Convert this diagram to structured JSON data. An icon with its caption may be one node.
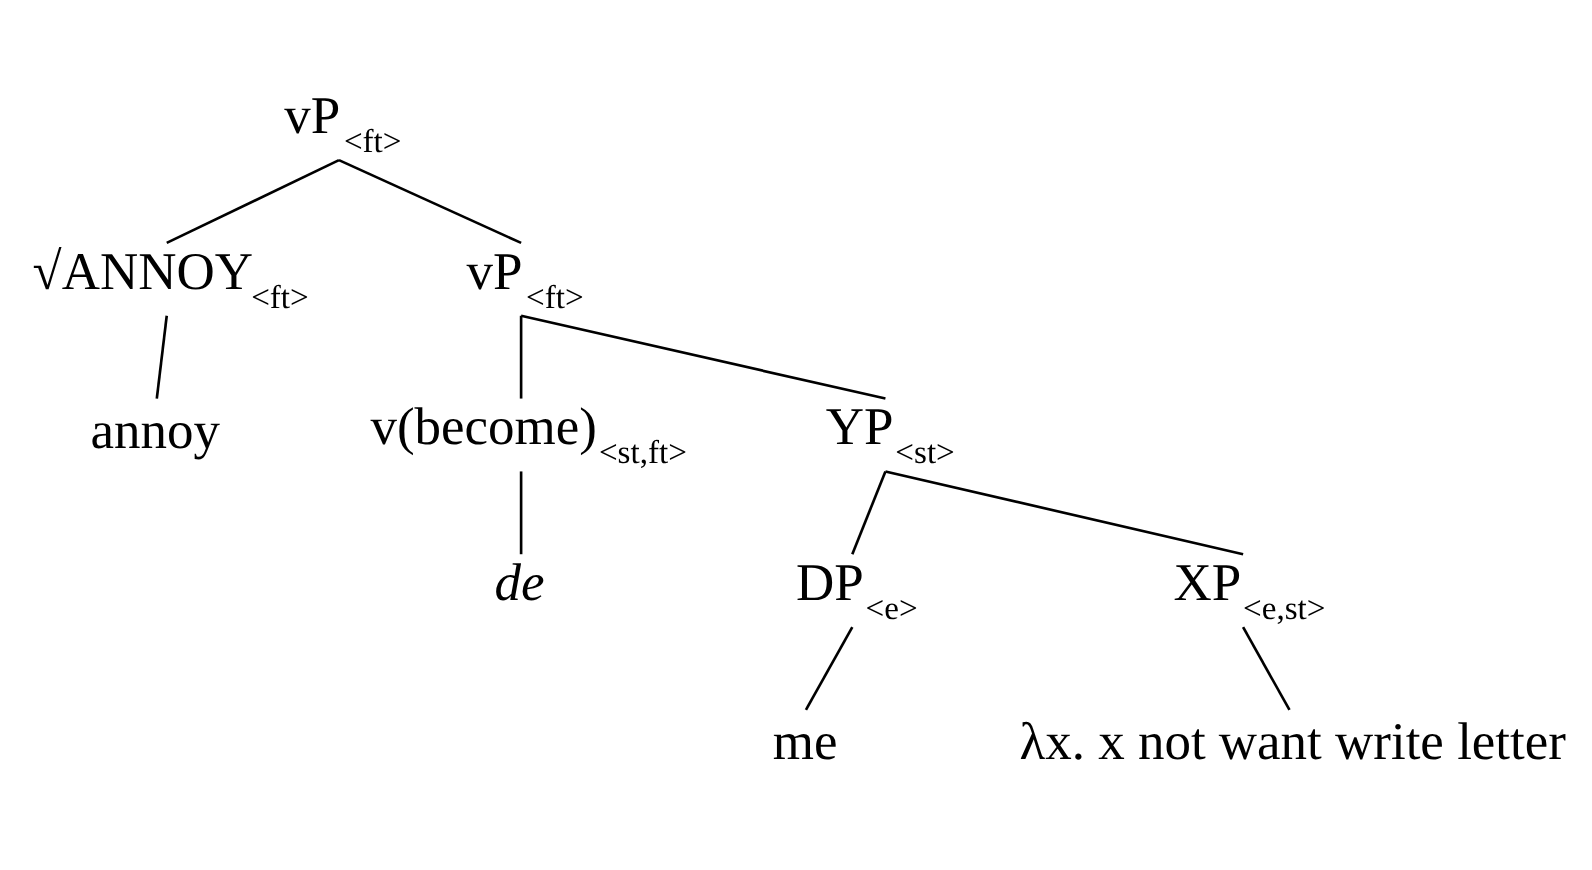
{
  "diagram": {
    "nodes": [
      {
        "text": [
          "vP$_{<ft>}$"
        ]
      },
      {
        "text": [
          "√ANNOY$_{<ft>}$"
        ]
      },
      {
        "text": [
          "annoy"
        ]
      },
      {
        "text": [
          "vP$_{<ft>}$"
        ]
      },
      {
        "text": [
          "v(become)$_{<st,ft>}$"
        ]
      },
      {
        "text": [
          "de"
        ]
      },
      {
        "text": [
          "YP$_{<st>}$"
        ]
      },
      {
        "text": [
          "DP$_{<e>}$"
        ]
      },
      {
        "text": [
          "me"
        ]
      },
      {
        "text": [
          "XP$_{<e,st>}$"
        ]
      },
      {
        "text": [
          "λx. x not want write letter"
        ]
      }
    ],
    "edges": [
      {
        "from": 0,
        "to": 1,
        "arrow": "none"
      },
      {
        "from": 0,
        "to": 3,
        "arrow": "none"
      },
      {
        "from": 1,
        "to": 2,
        "arrow": "none"
      },
      {
        "from": 3,
        "to": 4,
        "arrow": "none"
      },
      {
        "from": 3,
        "to": 6,
        "arrow": "none"
      },
      {
        "from": 4,
        "to": 5,
        "arrow": "none"
      },
      {
        "from": 6,
        "to": 7,
        "arrow": "none"
      },
      {
        "from": 6,
        "to": 9,
        "arrow": "none"
      },
      {
        "from": 7,
        "to": 8,
        "arrow": "none"
      },
      {
        "from": 9,
        "to": 10,
        "arrow": "none"
      }
    ]
  }
}
